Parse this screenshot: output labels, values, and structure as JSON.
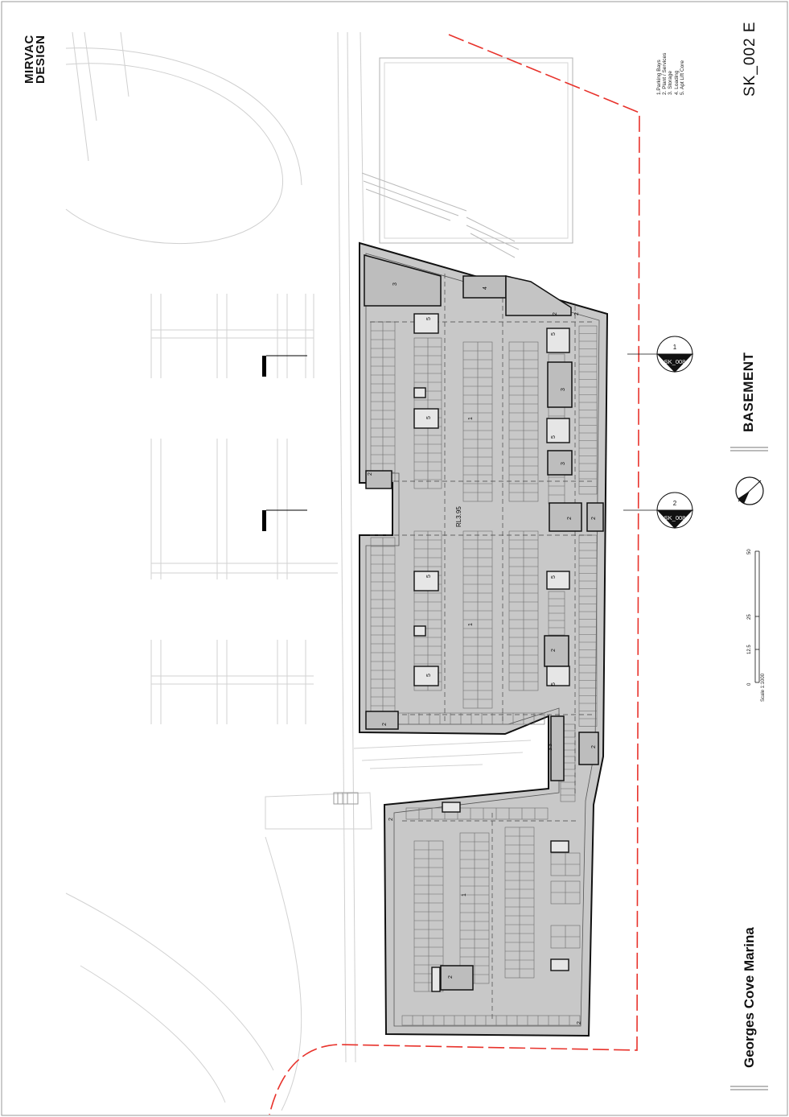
{
  "brand": {
    "line1": "MIRVAC",
    "line2": "DESIGN"
  },
  "legend": {
    "items": [
      "1.Parking Bays",
      "2. Plant / Services",
      "3. Storage",
      "4. Loading",
      "5. Apt Lift Core"
    ]
  },
  "sheet": {
    "number": "SK_002  E"
  },
  "project": {
    "name": "Georges Cove Marina"
  },
  "level": {
    "name": "BASEMENT"
  },
  "sections": [
    {
      "num": "1",
      "ref": "SK_008"
    },
    {
      "num": "2",
      "ref": "SK_008"
    }
  ],
  "plan": {
    "rl": "RL3.95",
    "zone_labels": [
      "1",
      "1",
      "1",
      "2",
      "2",
      "2",
      "2",
      "2",
      "2",
      "2",
      "2",
      "2",
      "2",
      "2",
      "3",
      "3",
      "3",
      "3",
      "3",
      "4",
      "5",
      "5",
      "5",
      "5",
      "5",
      "5",
      "5",
      "5"
    ]
  },
  "scale_bar": {
    "ticks": [
      "0",
      "12.5",
      "25",
      "50"
    ],
    "caption": "Scale 1:1000"
  },
  "colors": {
    "site_boundary": "#e8322b",
    "basement_fill": "#c8c8c8",
    "core_fill": "#e6e6e6",
    "outline": "#111111",
    "context_line": "#c8c8c8"
  }
}
